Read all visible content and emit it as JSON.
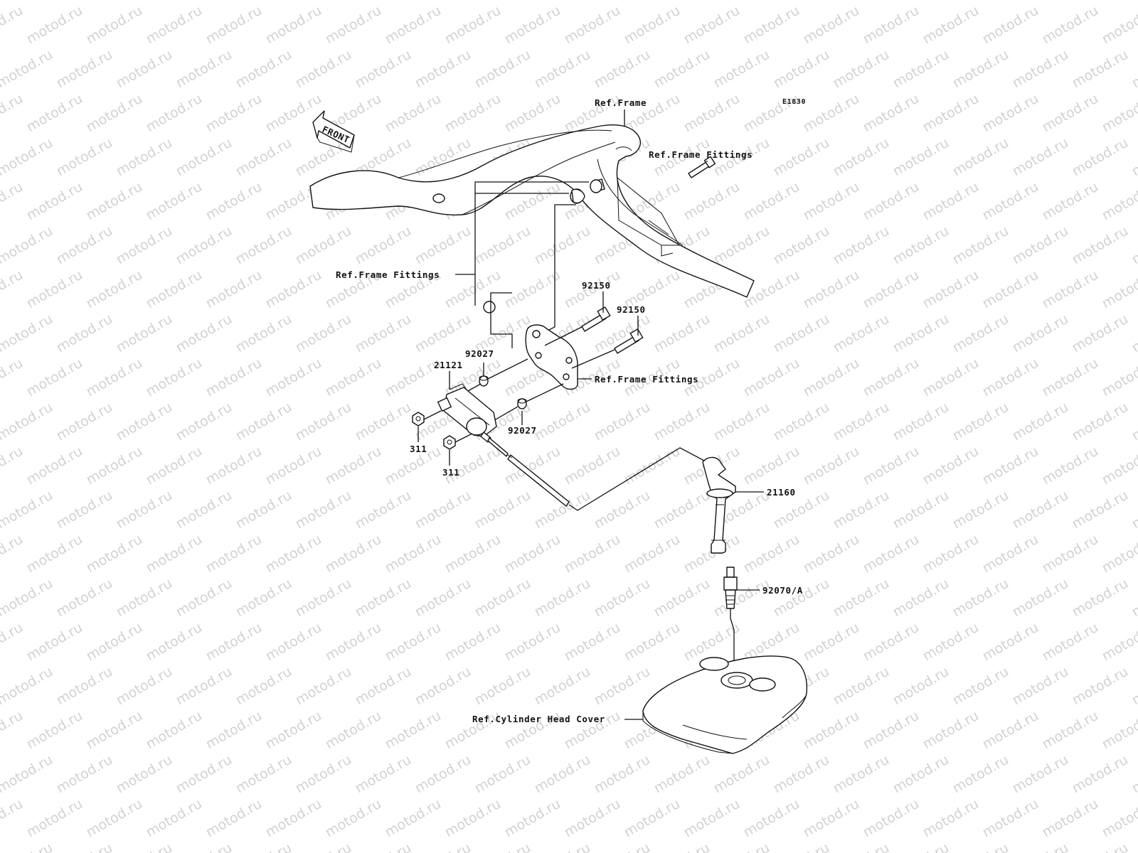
{
  "diagram_code": "E1830",
  "direction_label": "FRONT",
  "watermark_text": "motod.ru",
  "labels": {
    "ref_frame": "Ref.Frame",
    "ref_frame_fittings_top": "Ref.Frame Fittings",
    "ref_frame_fittings_left": "Ref.Frame Fittings",
    "ref_frame_fittings_right": "Ref.Frame Fittings",
    "ref_cylinder_head_cover": "Ref.Cylinder Head Cover"
  },
  "part_numbers": {
    "bolt_upper": "92150",
    "bolt_lower": "92150",
    "collar_upper": "92027",
    "collar_lower": "92027",
    "ignition_coil": "21121",
    "nut_upper": "311",
    "nut_lower": "311",
    "plug_cap": "21160",
    "spark_plug": "92070/A"
  }
}
